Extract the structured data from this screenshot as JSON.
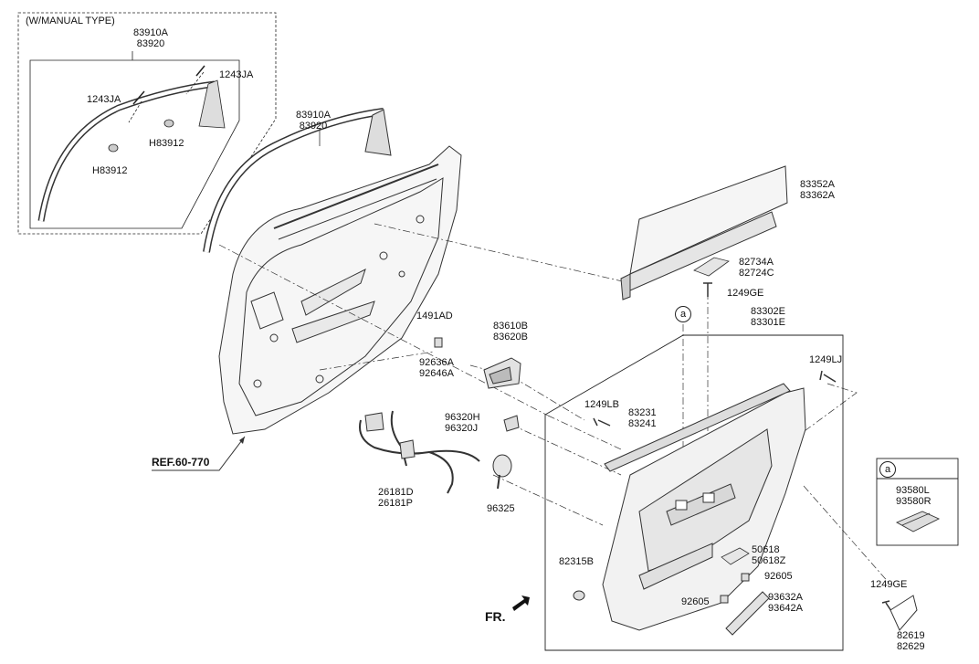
{
  "manual_type_label": "(W/MANUAL TYPE)",
  "labels": {
    "inset_weatherstrip_a": "83910A",
    "inset_weatherstrip_b": "83920",
    "inset_screw_right": "1243JA",
    "inset_screw_left": "1243JA",
    "inset_clip_right": "H83912",
    "inset_clip_left": "H83912",
    "main_weatherstrip_a": "83910A",
    "main_weatherstrip_b": "83920",
    "screen_a": "83352A",
    "screen_b": "83362A",
    "pad_a": "82734A",
    "pad_b": "82724C",
    "screw_1249ge_top": "1249GE",
    "trim_a": "83302E",
    "trim_b": "83301E",
    "screw_1249lj": "1249LJ",
    "clip_1491ad": "1491AD",
    "handle_a": "83610B",
    "handle_b": "83620B",
    "handle_cover_a": "92636A",
    "handle_cover_b": "92646A",
    "screw_1249lb": "1249LB",
    "belt_a": "83231",
    "belt_b": "83241",
    "speaker_conn_a": "96320H",
    "speaker_conn_b": "96320J",
    "harness_a": "26181D",
    "harness_b": "26181P",
    "speaker": "96325",
    "ref": "REF.60-770",
    "pocket_a": "50618",
    "pocket_b": "50618Z",
    "clip_92605_a": "92605",
    "clip_92605_b": "92605",
    "switch_a": "93632A",
    "switch_b": "93642A",
    "fastener_82315b": "82315B",
    "screw_1249ge_bottom": "1249GE",
    "reflector_a": "82619",
    "reflector_b": "82629",
    "fr": "FR.",
    "detail_a": "93580L",
    "detail_b": "93580R"
  },
  "callout_letter": "a"
}
